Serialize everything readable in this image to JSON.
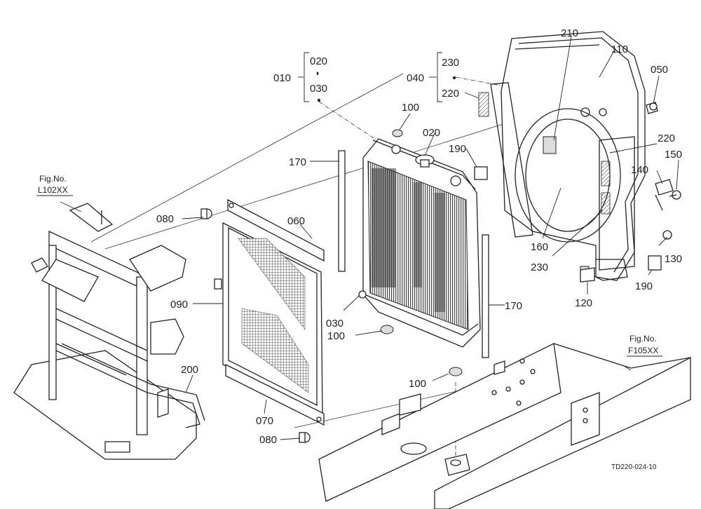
{
  "callouts": [
    {
      "id": "c010",
      "text": "010"
    },
    {
      "id": "c020a",
      "text": "020"
    },
    {
      "id": "c030a",
      "text": "030"
    },
    {
      "id": "c040",
      "text": "040"
    },
    {
      "id": "c230a",
      "text": "230"
    },
    {
      "id": "c220a",
      "text": "220"
    },
    {
      "id": "c210",
      "text": "210"
    },
    {
      "id": "c110",
      "text": "110"
    },
    {
      "id": "c050",
      "text": "050"
    },
    {
      "id": "c100a",
      "text": "100"
    },
    {
      "id": "c020b",
      "text": "020"
    },
    {
      "id": "c190a",
      "text": "190"
    },
    {
      "id": "c220b",
      "text": "220"
    },
    {
      "id": "c150",
      "text": "150"
    },
    {
      "id": "c140",
      "text": "140"
    },
    {
      "id": "c170a",
      "text": "170"
    },
    {
      "id": "c080a",
      "text": "080"
    },
    {
      "id": "c060",
      "text": "060"
    },
    {
      "id": "c160",
      "text": "160"
    },
    {
      "id": "c230b",
      "text": "230"
    },
    {
      "id": "c130",
      "text": "130"
    },
    {
      "id": "c190b",
      "text": "190"
    },
    {
      "id": "c120",
      "text": "120"
    },
    {
      "id": "c090",
      "text": "090"
    },
    {
      "id": "c030b",
      "text": "030"
    },
    {
      "id": "c170b",
      "text": "170"
    },
    {
      "id": "c100b",
      "text": "100"
    },
    {
      "id": "c200",
      "text": "200"
    },
    {
      "id": "c100c",
      "text": "100"
    },
    {
      "id": "c070",
      "text": "070"
    },
    {
      "id": "c080b",
      "text": "080"
    }
  ],
  "figure_refs": [
    {
      "id": "fig1",
      "label": "Fig.No.",
      "code": "L102XX"
    },
    {
      "id": "fig2",
      "label": "Fig.No.",
      "code": "F105XX"
    }
  ],
  "drawing_code": "TD220-024-10"
}
